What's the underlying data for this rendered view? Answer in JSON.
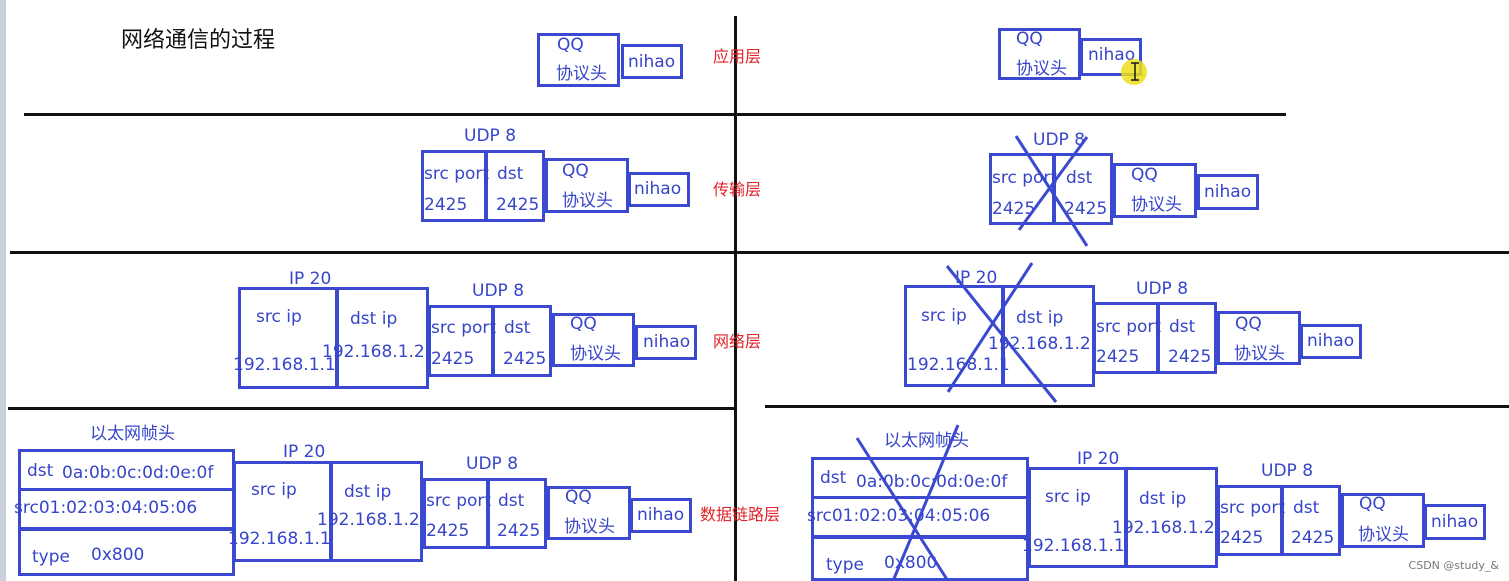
{
  "title": "网络通信的过程",
  "layers": [
    "应用层",
    "传输层",
    "网络层",
    "数据链路层"
  ],
  "qq_label": "QQ",
  "qq_header": "协议头",
  "payload": "nihao",
  "udp_header": "UDP  8",
  "src_port": "src port",
  "dst_port": "dst",
  "port_num": "2425",
  "ip_header": "IP 20",
  "src_ip": "src ip",
  "dst_ip": "dst ip",
  "src_ip_addr": "192.168.1.1",
  "dst_ip_addr": "192.168.1.2",
  "eth_header": "以太网帧头",
  "eth_dst_label": "dst",
  "eth_dst_mac": "0a:0b:0c:0d:0e:0f",
  "eth_src": "src01:02:03:04:05:06",
  "eth_type_label": "type",
  "eth_type_val": "0x800",
  "watermark": "CSDN @study_&",
  "colors": {
    "box": "#3a49d0",
    "text": "#3645c9",
    "layer": "#e0242a",
    "cross": "#3a49d0"
  },
  "icons": {
    "cursor": "text-cursor-icon"
  }
}
